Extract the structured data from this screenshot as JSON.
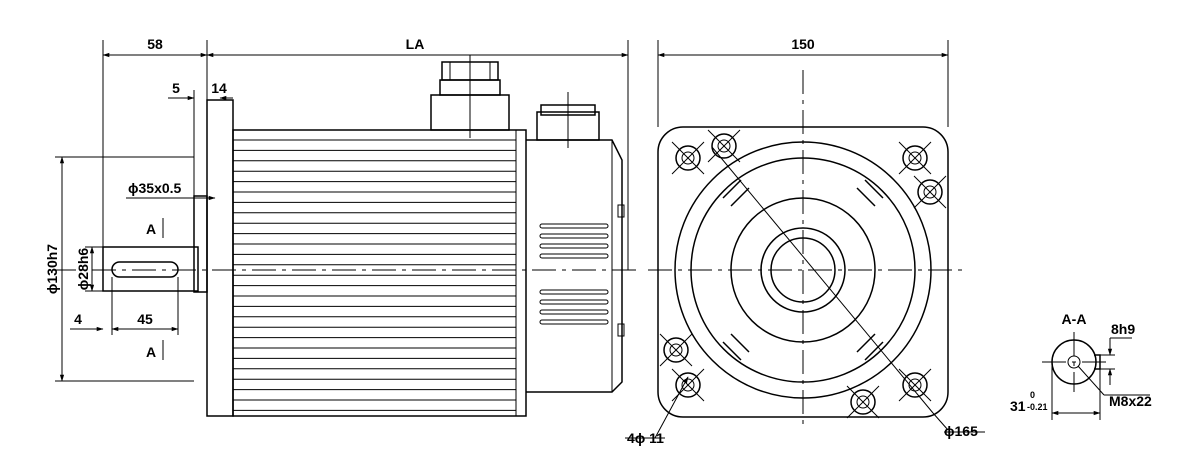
{
  "dimensions": {
    "shaft_length": "58",
    "overall_length": "LA",
    "flange_size": "150",
    "flange_thickness_a": "5",
    "flange_thickness_b": "14",
    "spigot": "ϕ35x0.5",
    "pilot_diameter": "ϕ130h7",
    "shaft_diameter": "ϕ28h6",
    "key_offset": "4",
    "key_length": "45",
    "mount_holes": "4ϕ 11",
    "bolt_circle": "ϕ165"
  },
  "section": {
    "cut_marker": "A",
    "title": "A-A",
    "key_width": "8h9",
    "tap": "M8x22",
    "key_height": "31",
    "tol_upper": "0",
    "tol_lower": "-0.21"
  },
  "colors": {
    "line": "#000000",
    "background": "#ffffff"
  }
}
